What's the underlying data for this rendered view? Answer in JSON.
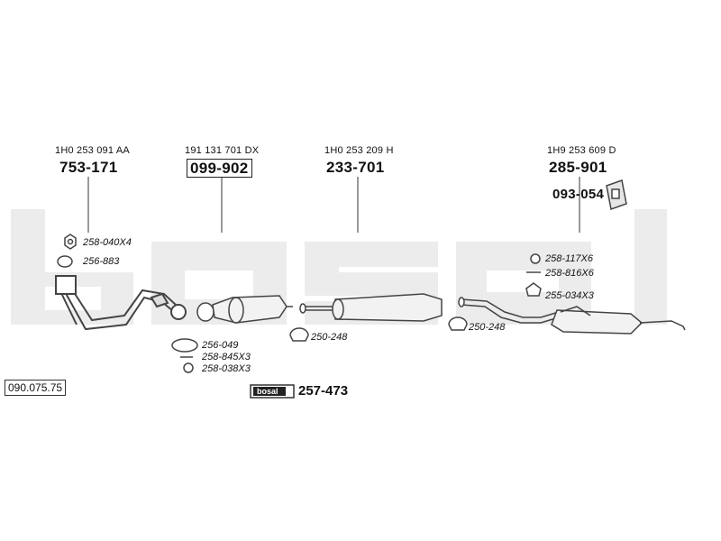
{
  "watermark": "bosal",
  "reference": "090.075.75",
  "groups": [
    {
      "oem": "1H0 253 091 AA",
      "part_number": "753-171",
      "boxed": false
    },
    {
      "oem": "191 131 701 DX",
      "part_number": "099-902",
      "boxed": true
    },
    {
      "oem": "1H0 253 209 H",
      "part_number": "233-701",
      "boxed": false
    },
    {
      "oem": "1H9 253 609 D",
      "part_number": "285-901",
      "boxed": false
    }
  ],
  "extra_part": "093-054",
  "accessories": [
    {
      "code": "258-040X4"
    },
    {
      "code": "256-883"
    },
    {
      "code": "256-049"
    },
    {
      "code": "258-845X3"
    },
    {
      "code": "258-038X3"
    },
    {
      "code": "250-248"
    },
    {
      "code": "250-248"
    },
    {
      "code": "258-117X6"
    },
    {
      "code": "258-816X6"
    },
    {
      "code": "255-034X3"
    }
  ],
  "mounting_kit": {
    "logo": "bosal",
    "part_number": "257-473"
  }
}
